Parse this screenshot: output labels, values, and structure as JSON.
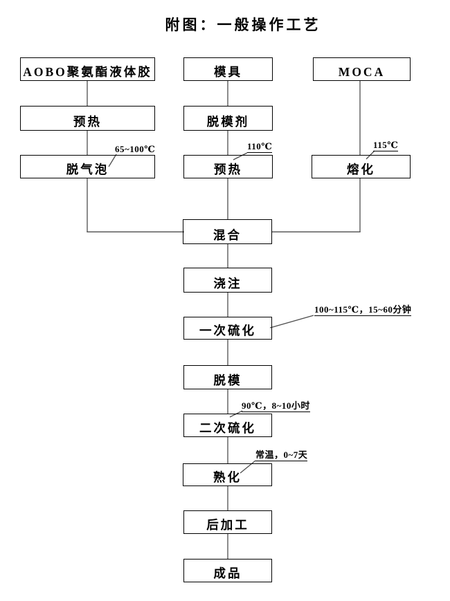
{
  "title": "附图：一般操作工艺",
  "nodes": {
    "aobo": {
      "label": "AOBO聚氨酯液体胶"
    },
    "preheat1": {
      "label": "预热"
    },
    "degas": {
      "label": "脱气泡"
    },
    "mold": {
      "label": "模具"
    },
    "release_agent": {
      "label": "脱模剂"
    },
    "preheat2": {
      "label": "预热"
    },
    "moca": {
      "label": "MOCA"
    },
    "melt": {
      "label": "熔化"
    },
    "mix": {
      "label": "混合"
    },
    "pour": {
      "label": "浇注"
    },
    "primary_cure": {
      "label": "一次硫化"
    },
    "demold": {
      "label": "脱模"
    },
    "secondary_cure": {
      "label": "二次硫化"
    },
    "mature": {
      "label": "熟化"
    },
    "post_process": {
      "label": "后加工"
    },
    "finished_product": {
      "label": "成品"
    }
  },
  "annotations": {
    "degas_temp": "65~100℃",
    "mold_preheat_temp": "110℃",
    "melt_temp": "115℃",
    "primary_cure_condition": "100~115℃，15~60分钟",
    "secondary_cure_condition": "90℃，8~10小时",
    "mature_condition": "常温，0~7天"
  },
  "edges": [
    [
      "aobo",
      "preheat1"
    ],
    [
      "preheat1",
      "degas"
    ],
    [
      "degas",
      "mix"
    ],
    [
      "mold",
      "release_agent"
    ],
    [
      "release_agent",
      "preheat2"
    ],
    [
      "preheat2",
      "mix"
    ],
    [
      "moca",
      "melt"
    ],
    [
      "melt",
      "mix"
    ],
    [
      "mix",
      "pour"
    ],
    [
      "pour",
      "primary_cure"
    ],
    [
      "primary_cure",
      "demold"
    ],
    [
      "demold",
      "secondary_cure"
    ],
    [
      "secondary_cure",
      "mature"
    ],
    [
      "mature",
      "post_process"
    ],
    [
      "post_process",
      "finished_product"
    ]
  ],
  "colors": {
    "background": "#ffffff",
    "text": "#000000",
    "box_border": "#000000",
    "connector_line": "#4d4d4d"
  }
}
